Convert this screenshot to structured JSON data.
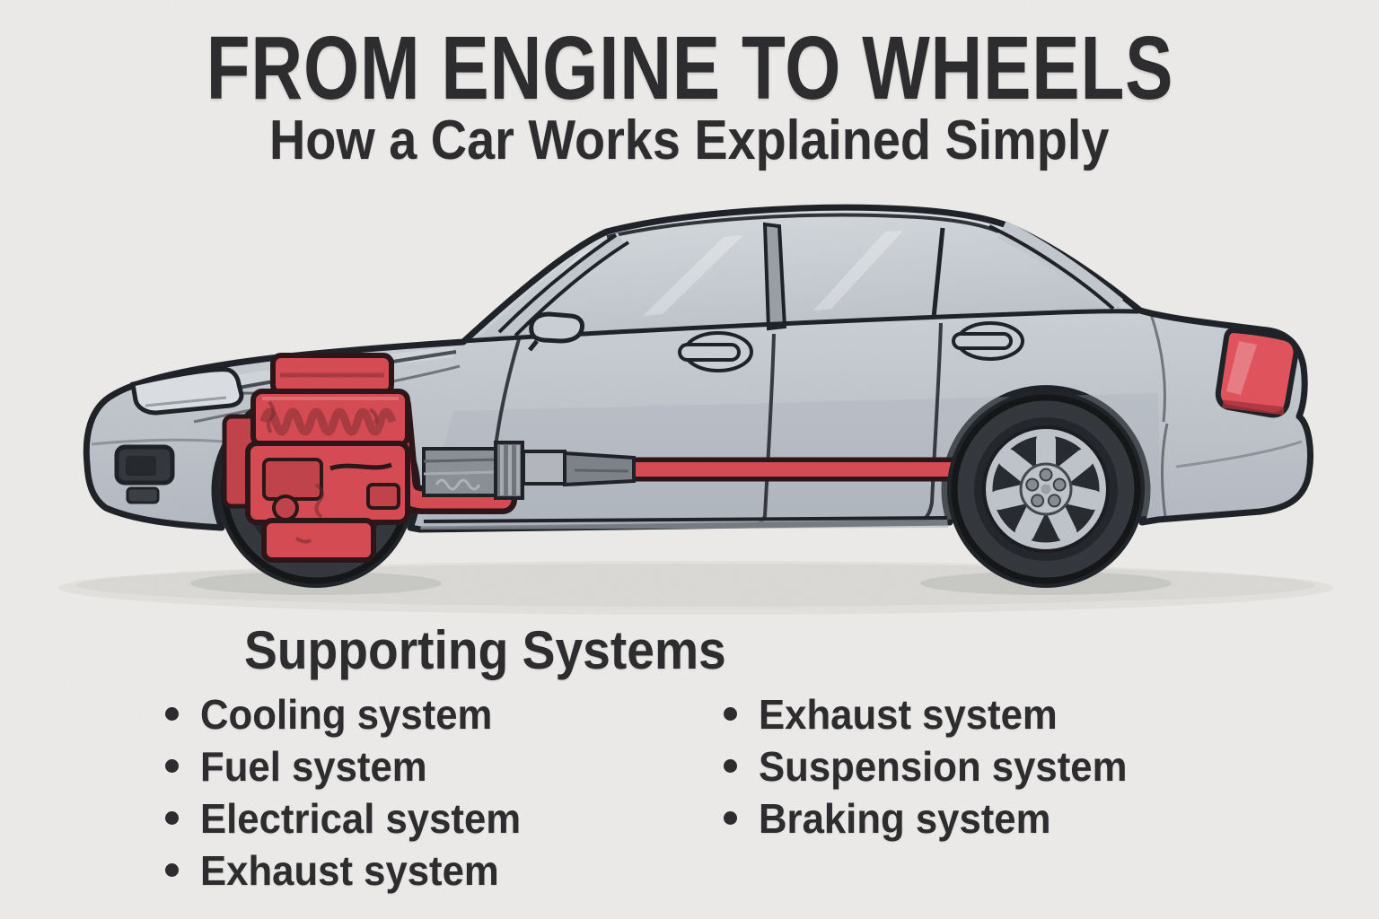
{
  "header": {
    "title": "FROM ENGINE TO WHEELS",
    "subtitle": "How a Car Works Explained Simply"
  },
  "supporting_systems": {
    "heading": "Supporting Systems",
    "left": [
      "Cooling system",
      "Fuel system",
      "Electrical system",
      "Exhaust system"
    ],
    "right": [
      "Exhaust system",
      "Suspension system",
      "Braking system"
    ]
  },
  "illustration": {
    "subject": "Silver sedan side view with engine, transmission and driveline highlighted in red",
    "colors": {
      "background": "#edecea",
      "car_body": "#c7ccd3",
      "outline": "#1d2126",
      "highlight_red": "#d84a52",
      "taillight_red": "#e2525c",
      "text": "#2d2d2f"
    }
  }
}
